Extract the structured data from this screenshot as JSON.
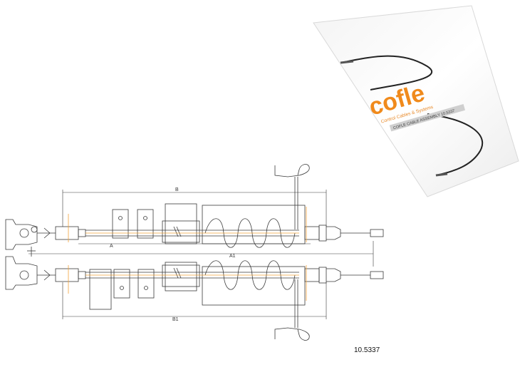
{
  "photo": {
    "brand": "cofle",
    "tagline": "Control Cables & Systems",
    "label_strip": "COFLE CABLE ASSEMBLY 10.5337"
  },
  "dimensions": {
    "top_overall": "B",
    "top_inner": "A",
    "middle_overall": "A1",
    "bottom_overall": "B1"
  },
  "part_number": "10.5337",
  "colors": {
    "line": "#3a3a3a",
    "accent_orange": "#f2a43a",
    "brand_orange": "#f08a1c"
  }
}
